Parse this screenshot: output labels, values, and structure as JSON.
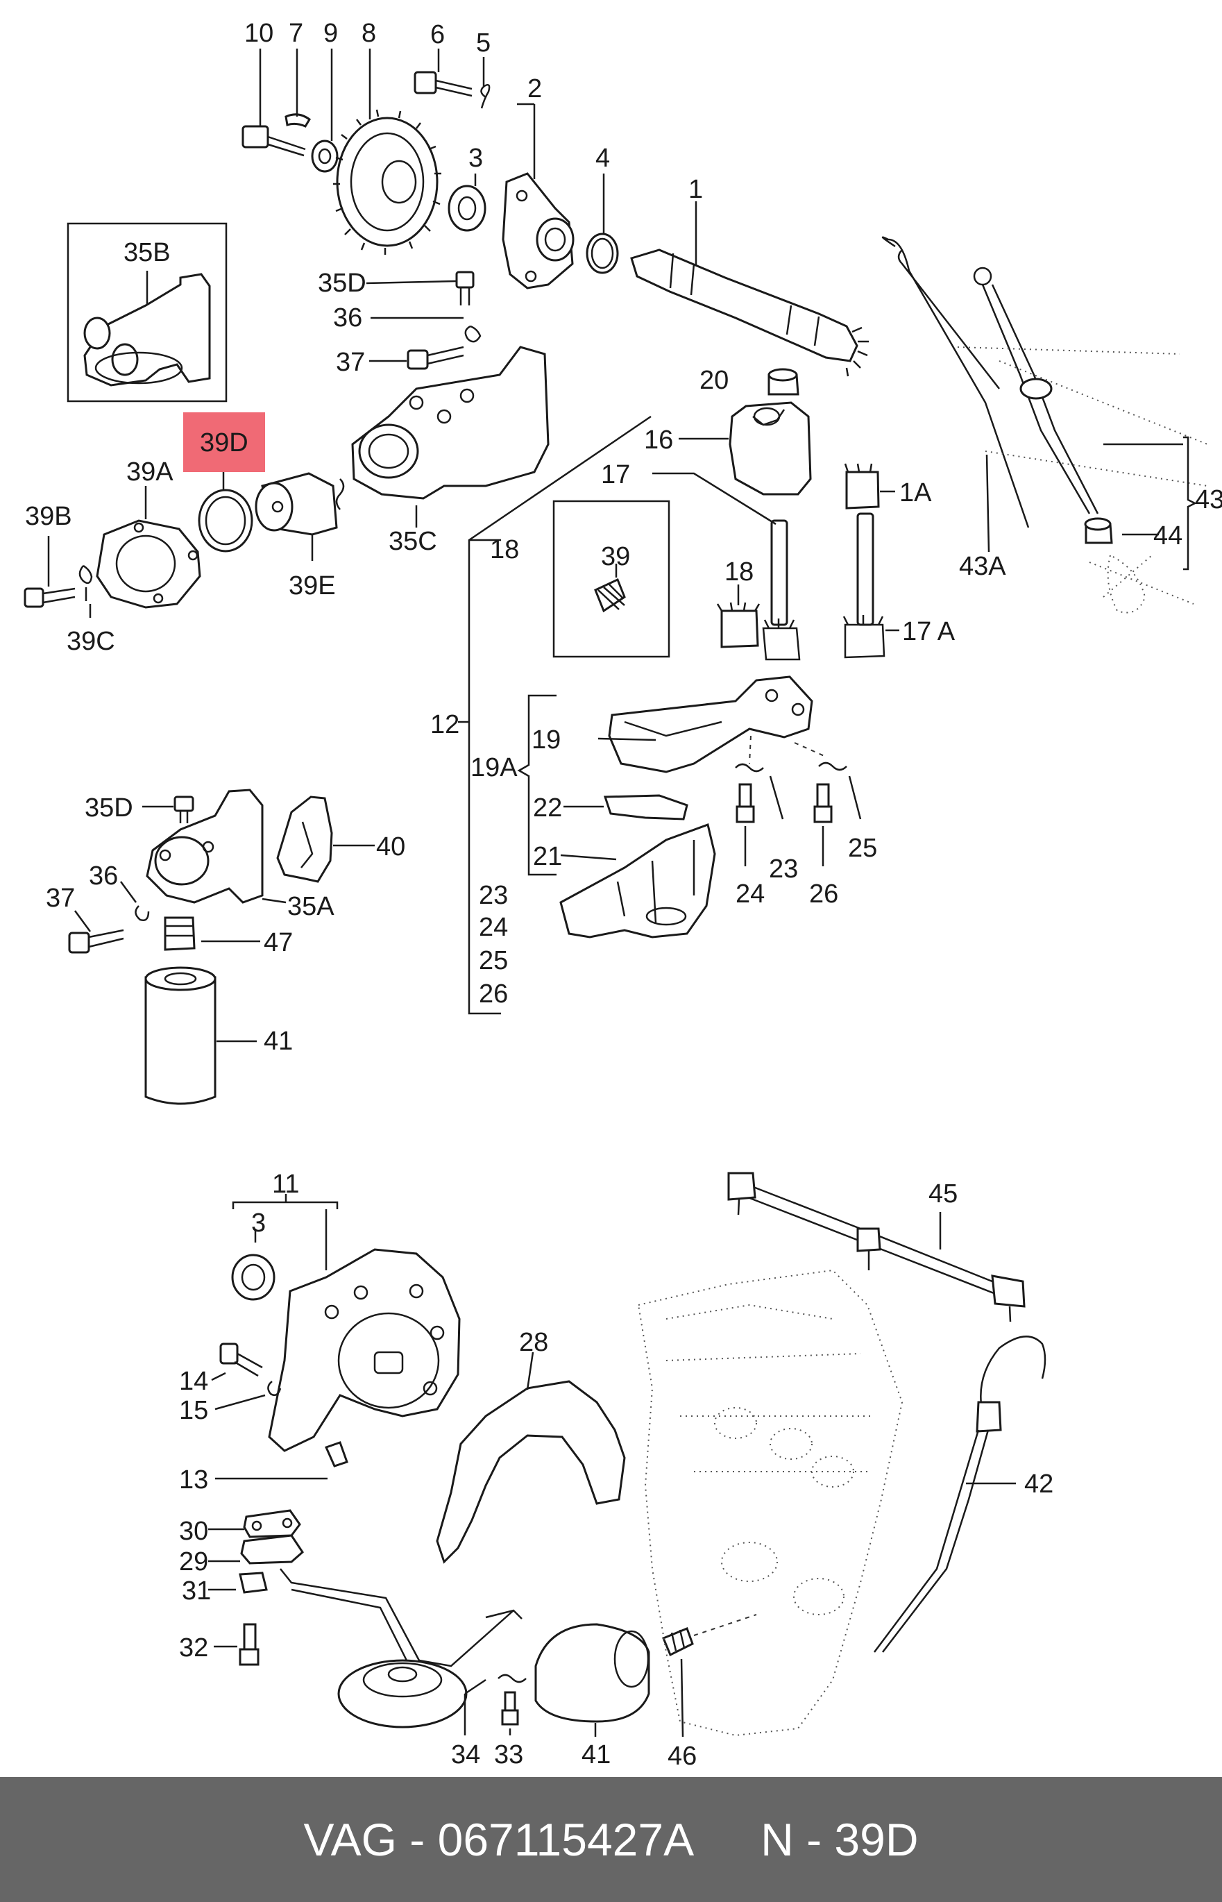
{
  "diagram": {
    "labels": {
      "l10": "10",
      "l7": "7",
      "l9": "9",
      "l8": "8",
      "l6": "6",
      "l5": "5",
      "l2": "2",
      "l3": "3",
      "l4": "4",
      "l1": "1",
      "l35b": "35B",
      "l35d_top": "35D",
      "l36_top": "36",
      "l37_top": "37",
      "l35c": "35C",
      "l39d": "39D",
      "l39a": "39A",
      "l39b": "39B",
      "l39c": "39C",
      "l39e": "39E",
      "l20": "20",
      "l16": "16",
      "l17": "17",
      "l18_top": "18",
      "l39": "39",
      "l18": "18",
      "l1a": "1A",
      "l17a": "17 A",
      "l43": "43",
      "l43a": "43A",
      "l44": "44",
      "l12": "12",
      "l19": "19",
      "l19a": "19A",
      "l22": "22",
      "l21": "21",
      "l23_r": "23",
      "l24_r": "24",
      "l25_r": "25",
      "l26_r": "26",
      "l23": "23",
      "l24": "24",
      "l25": "25",
      "l26": "26",
      "l35d_mid": "35D",
      "l40": "40",
      "l36_mid": "36",
      "l37_mid": "37",
      "l35a": "35A",
      "l47": "47",
      "l41_mid": "41",
      "l11": "11",
      "l3_low": "3",
      "l45": "45",
      "l28": "28",
      "l14": "14",
      "l15": "15",
      "l13": "13",
      "l30": "30",
      "l29": "29",
      "l31": "31",
      "l32": "32",
      "l42": "42",
      "l34": "34",
      "l33": "33",
      "l41_low": "41",
      "l46": "46"
    },
    "highlighted_part": "39D",
    "highlight_color": "#f06a75"
  },
  "footer": {
    "part_number": "VAG - 067115427A",
    "position": "N - 39D",
    "background": "#666666"
  }
}
